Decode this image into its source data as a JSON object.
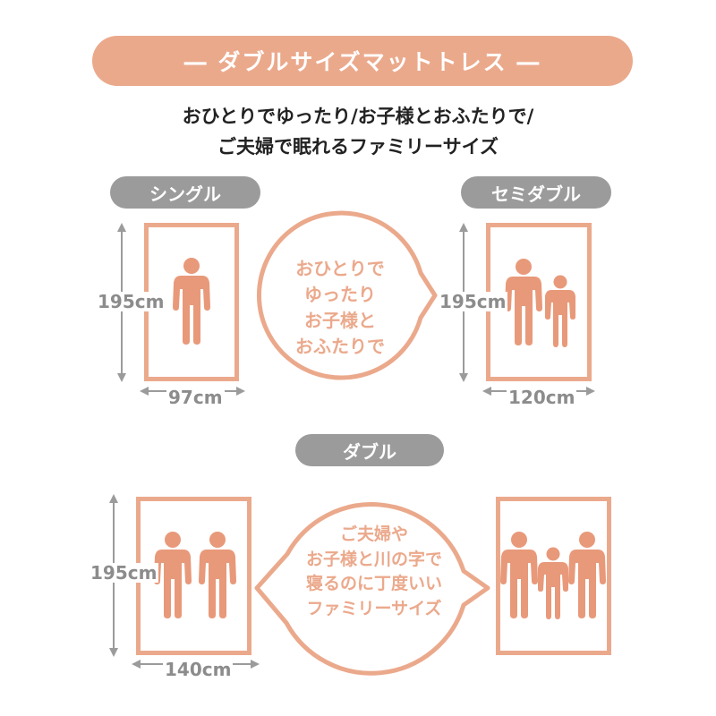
{
  "title": "― ダブルサイズマットトレス ―",
  "subtitle": {
    "line1": "おひとりでゆったり/お子様とおふたりで/",
    "line2": "ご夫婦で眠れるファミリーサイズ"
  },
  "single": {
    "label": "シングル",
    "height": "195cm",
    "width": "97cm"
  },
  "semi_double": {
    "label": "セミダブル",
    "height": "195cm",
    "width": "120cm"
  },
  "double": {
    "label": "ダブル",
    "height": "195cm",
    "width": "140cm"
  },
  "bubble_top": {
    "line1": "おひとりで",
    "line2": "ゆったり",
    "line3": "お子様と",
    "line4": "おふたりで"
  },
  "bubble_bottom": {
    "line1": "ご夫婦や",
    "line2": "お子様と川の字で",
    "line3": "寝るのに丁度いい",
    "line4": "ファミリーサイズ"
  },
  "colors": {
    "accent": "#eba98c",
    "person": "#e8997a",
    "label_bg": "#9b9b9b",
    "dimension": "#8c8c8c"
  }
}
